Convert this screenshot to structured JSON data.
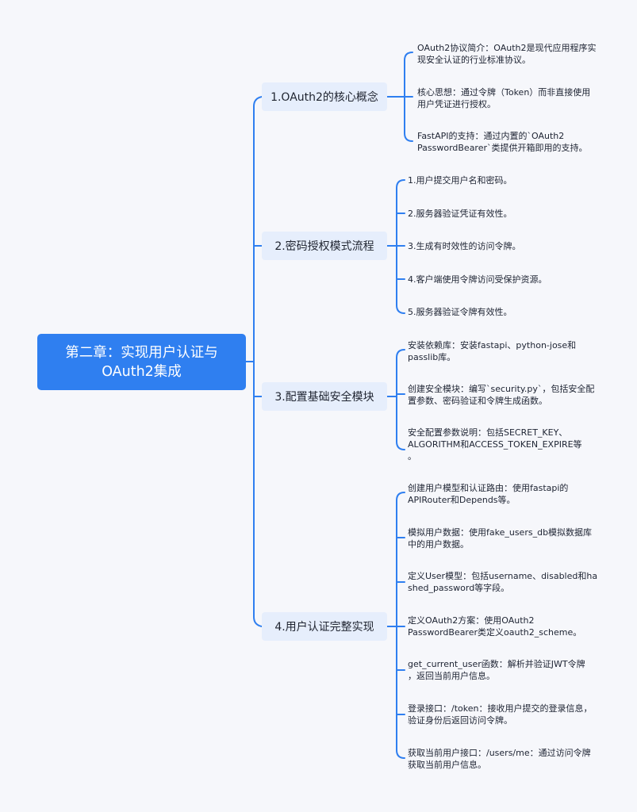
{
  "root": {
    "title": "第二章：实现用户认证与\nOAuth2集成"
  },
  "branches": [
    {
      "label": "1.OAuth2的核心概念",
      "items": [
        "OAuth2协议简介：OAuth2是现代应用程序实现安全认证的行业标准协议。",
        "核心思想：通过令牌（Token）而非直接使用用户凭证进行授权。",
        "FastAPI的支持：通过内置的`OAuth2\nPasswordBearer`类提供开箱即用的支持。"
      ]
    },
    {
      "label": "2.密码授权模式流程",
      "items": [
        "1.用户提交用户名和密码。",
        "2.服务器验证凭证有效性。",
        "3.生成有时效性的访问令牌。",
        "4.客户端使用令牌访问受保护资源。",
        "5.服务器验证令牌有效性。"
      ]
    },
    {
      "label": "3.配置基础安全模块",
      "items": [
        "安装依赖库：安装fastapi、python-jose和\npasslib库。",
        "创建安全模块：编写`security.py`，包括安全配置参数、密码验证和令牌生成函数。",
        "安全配置参数说明：包括SECRET_KEY、\nALGORITHM和ACCESS_TOKEN_EXPIRE等\n。"
      ]
    },
    {
      "label": "4.用户认证完整实现",
      "items": [
        "创建用户模型和认证路由：使用fastapi的\nAPIRouter和Depends等。",
        "模拟用户数据：使用fake_users_db模拟数据库中的用户数据。",
        "定义User模型：包括username、disabled和hashed_password等字段。",
        "定义OAuth2方案：使用OAuth2\nPasswordBearer类定义oauth2_scheme。",
        "get_current_user函数：解析并验证JWT令牌\n，返回当前用户信息。",
        "登录接口：/token：接收用户提交的登录信息，验证身份后返回访问令牌。",
        "获取当前用户接口：/users/me：通过访问令牌获取当前用户信息。"
      ]
    }
  ]
}
